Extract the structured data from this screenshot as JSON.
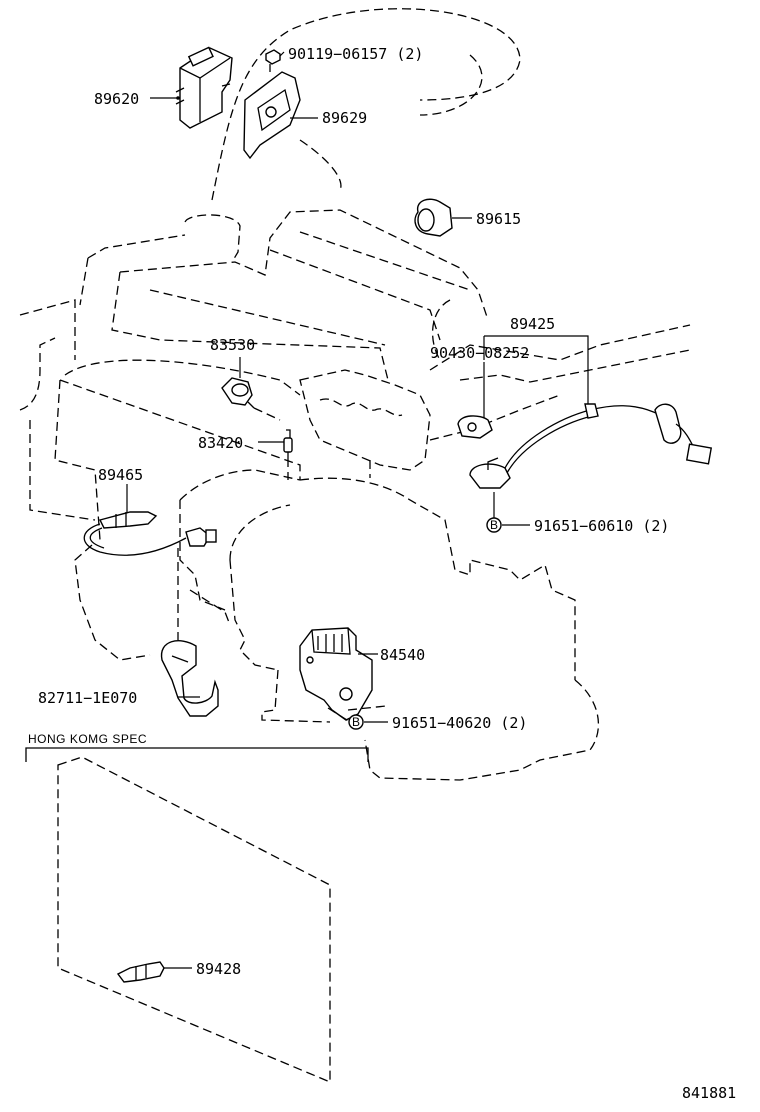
{
  "labels": {
    "p89620": "89620",
    "p90119": "90119−06157 (2)",
    "p89629": "89629",
    "p89615": "89615",
    "p89425": "89425",
    "p90430": "90430−08252",
    "p83530": "83530",
    "p83420": "83420",
    "p89465": "89465",
    "p91651a": "91651−60610 (2)",
    "p84540": "84540",
    "p82711": "82711−1E070",
    "p91651b": "91651−40620 (2)",
    "p89428": "89428",
    "spec": "HONG KOMG SPEC",
    "diagram_no": "841881"
  },
  "markers": {
    "bolt_symbol": "B"
  }
}
